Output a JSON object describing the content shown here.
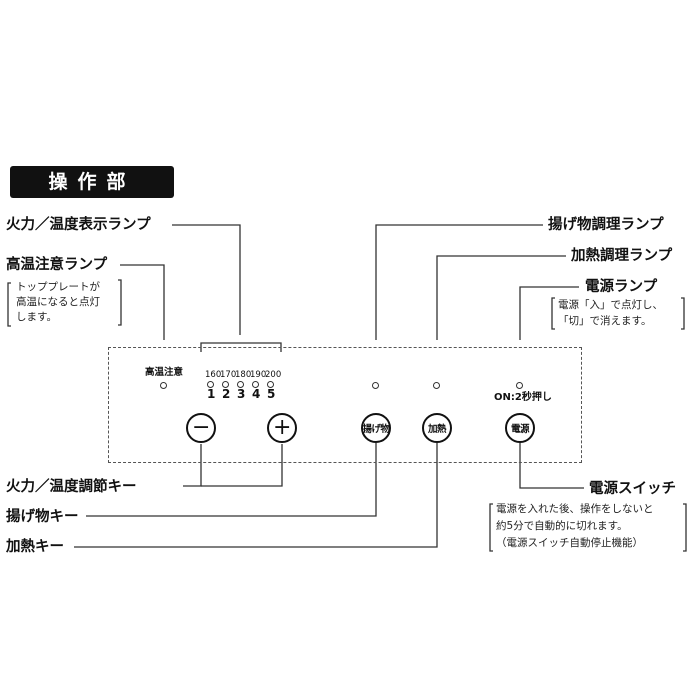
{
  "section_title": "操作部",
  "labels": {
    "heat_temp_lamp": "火力／温度表示ランプ",
    "high_temp_lamp": "高温注意ランプ",
    "fry_cook_lamp": "揚げ物調理ランプ",
    "heat_cook_lamp": "加熱調理ランプ",
    "power_lamp": "電源ランプ",
    "heat_temp_keys": "火力／温度調節キー",
    "fry_key": "揚げ物キー",
    "heat_key": "加熱キー",
    "power_switch": "電源スイッチ"
  },
  "notes": {
    "high_temp": [
      "トッププレートが",
      "高温になると点灯",
      "します。"
    ],
    "power_lamp": [
      "電源「入」で点灯し、",
      "「切」で消えます。"
    ],
    "power_switch": [
      "電源を入れた後、操作をしないと",
      "約5分で自動的に切れます。",
      "（電源スイッチ自動停止機能）"
    ]
  },
  "panel": {
    "high_temp_text": "高温注意",
    "temps": [
      "160",
      "170",
      "180",
      "190",
      "200"
    ],
    "levels": [
      "1",
      "2",
      "3",
      "4",
      "5"
    ],
    "power_hold": "ON:2秒押し",
    "keys": {
      "minus": "−",
      "plus": "+",
      "fry": "揚げ物",
      "heat": "加熱",
      "power": "電源"
    }
  },
  "colors": {
    "ink": "#111111",
    "title_bg": "#111111",
    "title_text": "#ffffff"
  }
}
